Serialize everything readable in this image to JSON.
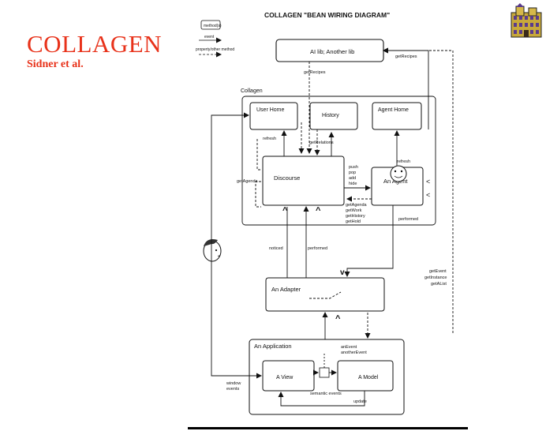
{
  "slide": {
    "title": "COLLAGEN",
    "subtitle": "Sidner et al."
  },
  "diagram": {
    "title": "COLLAGEN \"BEAN WIRING DIAGRAM\"",
    "legend": {
      "method": "method(s)",
      "event": "event",
      "property": "property/other method"
    },
    "group_collagen": "Collagen",
    "boxes": {
      "ai": "AI lib; Another lib",
      "userhome": "User Home",
      "history": "History",
      "agenthome": "Agent Home",
      "discourse": "Discourse",
      "anagent": "An Agent",
      "anadapter": "An Adapter",
      "anapplication": "An Application",
      "aview": "A View",
      "amodel": "A Model"
    },
    "labels": {
      "getrecipes": "getRecipes",
      "getrecipes2": "getRecipes",
      "refresh_left": "refresh",
      "getrelations": "getRelations",
      "refresh_right": "refresh",
      "getagenda": "getAgenda",
      "methods_list": [
        "push",
        "pop",
        "add",
        "hide"
      ],
      "query_list": [
        "getAgenda",
        "getWork",
        "getHistory",
        "getHold"
      ],
      "performed_right": "performed",
      "noticed": "noticed",
      "performed_mid": "performed",
      "adapter_methods": [
        "getEvent",
        "getInstance",
        "getAList"
      ],
      "app_events": [
        "anEvent",
        "anotherEvent"
      ],
      "window_events": [
        "window",
        "events"
      ],
      "semantic_events": "semantic events",
      "update": "update"
    }
  }
}
